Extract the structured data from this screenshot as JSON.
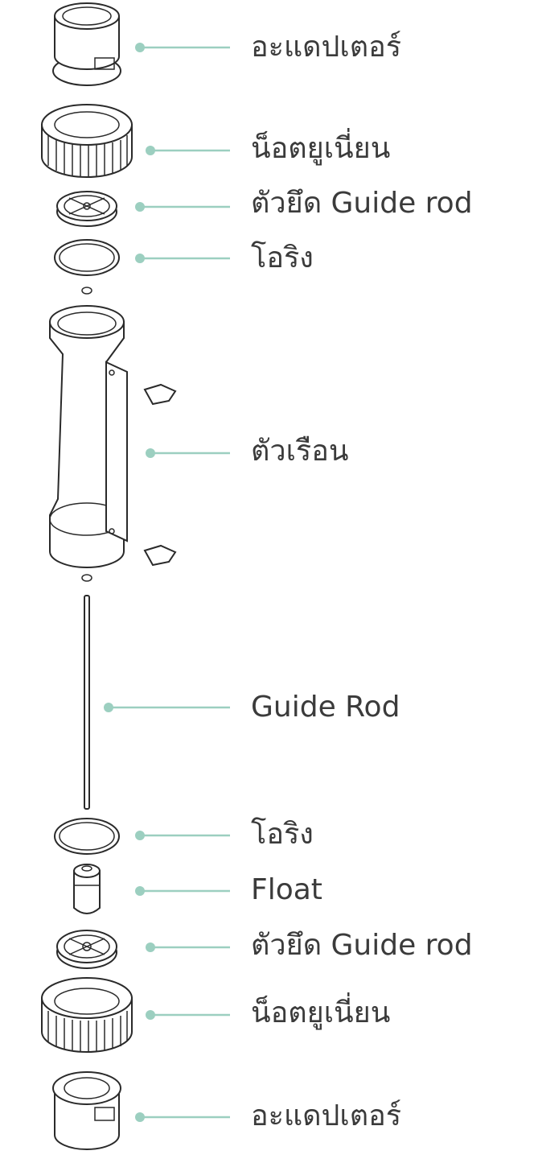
{
  "diagram": {
    "parts": [
      {
        "label": "อะแดปเตอร์"
      },
      {
        "label": "น็อตยูเนี่ยน"
      },
      {
        "label": "ตัวยึด Guide rod"
      },
      {
        "label": "โอริง"
      },
      {
        "label": "ตัวเรือน"
      },
      {
        "label": "Guide Rod"
      },
      {
        "label": "โอริง"
      },
      {
        "label": "Float"
      },
      {
        "label": "ตัวยึด Guide rod"
      },
      {
        "label": "น็อตยูเนี่ยน"
      },
      {
        "label": "อะแดปเตอร์"
      }
    ],
    "colors": {
      "leader": "#9ccfc0",
      "text": "#3b3b3b",
      "line": "#2a2a2a"
    }
  }
}
